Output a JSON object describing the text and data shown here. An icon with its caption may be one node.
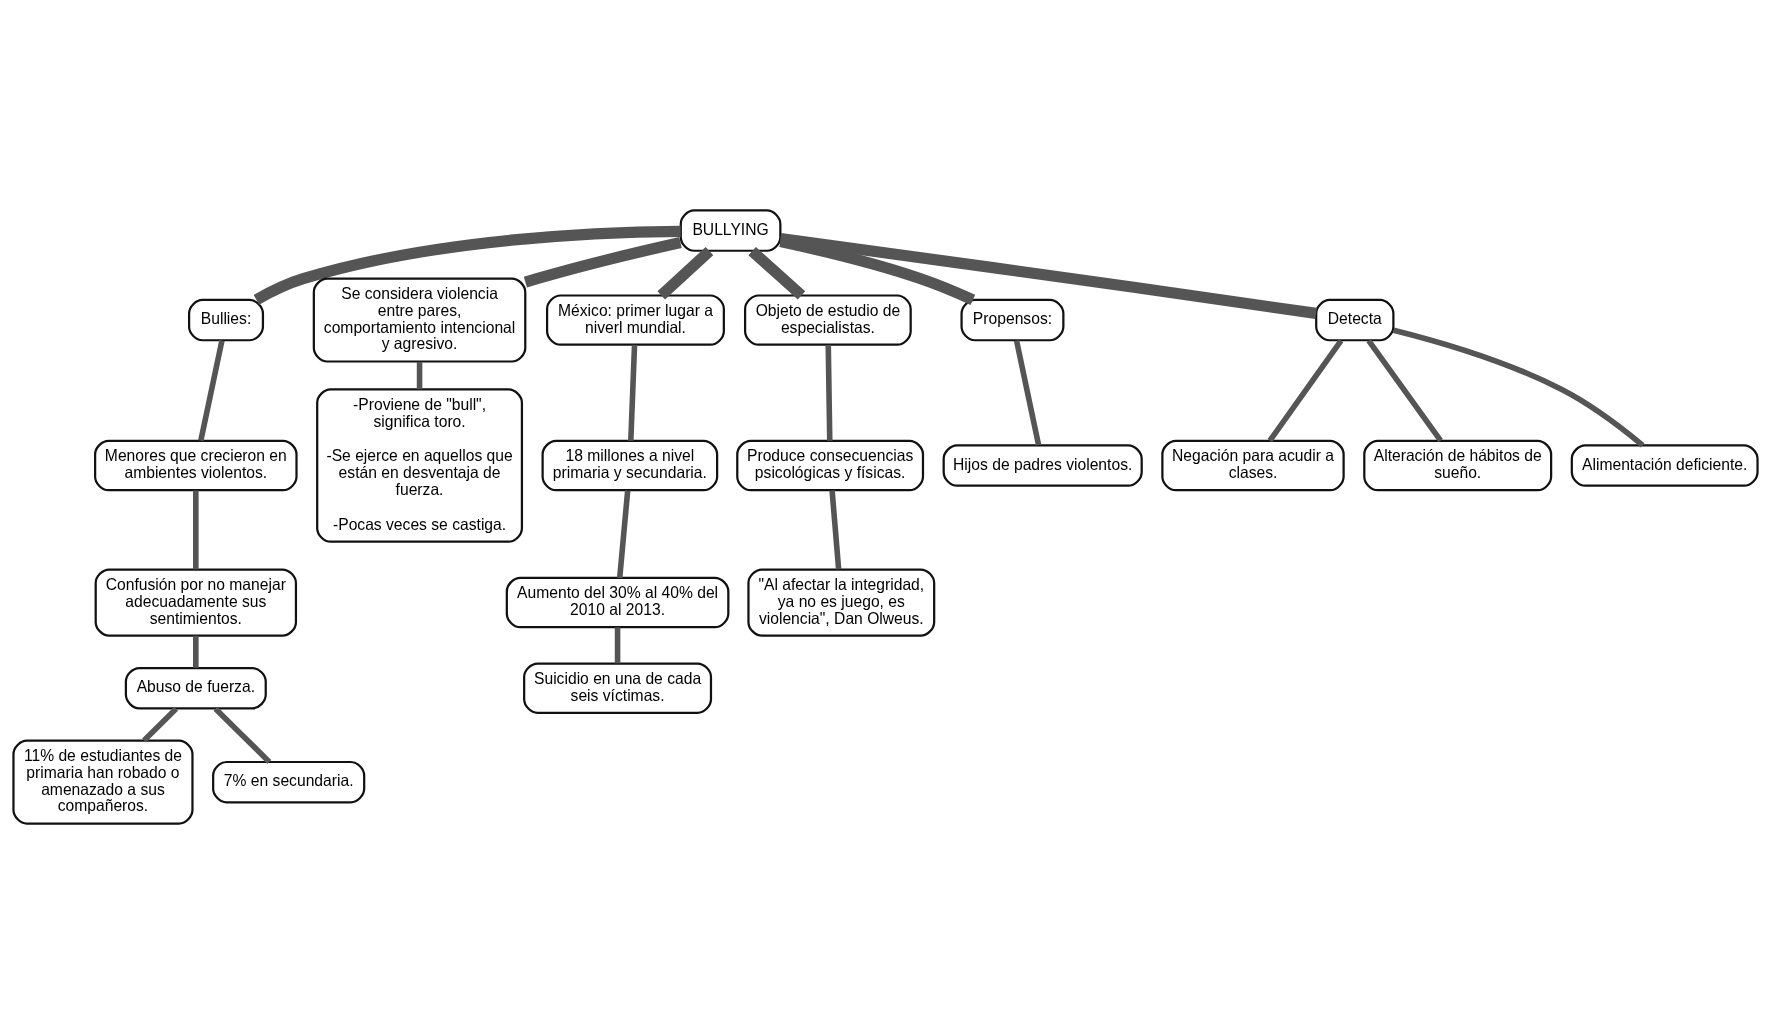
{
  "diagram": {
    "nodes": [
      {
        "text": [
          "BULLYING"
        ]
      },
      {
        "text": [
          "Bullies:"
        ]
      },
      {
        "text": [
          "Menores que crecieron en ambientes violentos."
        ]
      },
      {
        "text": [
          "Confusión por no manejar adecuadamente sus sentimientos."
        ]
      },
      {
        "text": [
          "Abuso de fuerza."
        ]
      },
      {
        "text": [
          "11% de estudiantes de primaria han robado o amenazado a sus compañeros."
        ]
      },
      {
        "text": [
          "7% en secundaria."
        ]
      },
      {
        "text": [
          "Se considera violencia entre pares, comportamiento intencional y agresivo."
        ]
      },
      {
        "text": [
          "-Proviene de \"bull\", significa toro.",
          "-Se ejerce en aquellos que están en desventaja de fuerza.",
          "-Pocas veces se castiga."
        ]
      },
      {
        "text": [
          "México: primer lugar a niverl mundial."
        ]
      },
      {
        "text": [
          "18 millones a nivel primaria y secundaria."
        ]
      },
      {
        "text": [
          "Aumento del 30% al 40% del 2010 al 2013."
        ]
      },
      {
        "text": [
          "Suicidio en una de cada seis víctimas."
        ]
      },
      {
        "text": [
          "Objeto de estudio de especialistas."
        ]
      },
      {
        "text": [
          "Produce consecuencias psicológicas y físicas."
        ]
      },
      {
        "text": [
          "\"Al afectar la integridad, ya no es juego, es violencia\", Dan Olweus."
        ]
      },
      {
        "text": [
          "Propensos:"
        ]
      },
      {
        "text": [
          "Hijos de padres violentos."
        ]
      },
      {
        "text": [
          "Detecta"
        ]
      },
      {
        "text": [
          "Negación para acudir a clases."
        ]
      },
      {
        "text": [
          "Alteración de hábitos de sueño."
        ]
      },
      {
        "text": [
          "Alimentación deficiente."
        ]
      }
    ],
    "edges": [
      {
        "from": 0,
        "to": 1,
        "arrow": "none",
        "style": "thick"
      },
      {
        "from": 0,
        "to": 7,
        "arrow": "none",
        "style": "thick"
      },
      {
        "from": 0,
        "to": 9,
        "arrow": "none",
        "style": "thick"
      },
      {
        "from": 0,
        "to": 13,
        "arrow": "none",
        "style": "thick"
      },
      {
        "from": 0,
        "to": 16,
        "arrow": "none",
        "style": "thick"
      },
      {
        "from": 0,
        "to": 18,
        "arrow": "none",
        "style": "thick"
      },
      {
        "from": 1,
        "to": 2,
        "arrow": "none"
      },
      {
        "from": 2,
        "to": 3,
        "arrow": "none"
      },
      {
        "from": 3,
        "to": 4,
        "arrow": "none"
      },
      {
        "from": 4,
        "to": 5,
        "arrow": "none"
      },
      {
        "from": 4,
        "to": 6,
        "arrow": "none"
      },
      {
        "from": 7,
        "to": 8,
        "arrow": "none"
      },
      {
        "from": 9,
        "to": 10,
        "arrow": "none"
      },
      {
        "from": 10,
        "to": 11,
        "arrow": "none"
      },
      {
        "from": 11,
        "to": 12,
        "arrow": "none"
      },
      {
        "from": 13,
        "to": 14,
        "arrow": "none"
      },
      {
        "from": 14,
        "to": 15,
        "arrow": "none"
      },
      {
        "from": 16,
        "to": 17,
        "arrow": "none"
      },
      {
        "from": 18,
        "to": 19,
        "arrow": "none"
      },
      {
        "from": 18,
        "to": 20,
        "arrow": "none"
      },
      {
        "from": 18,
        "to": 21,
        "arrow": "none"
      }
    ]
  }
}
